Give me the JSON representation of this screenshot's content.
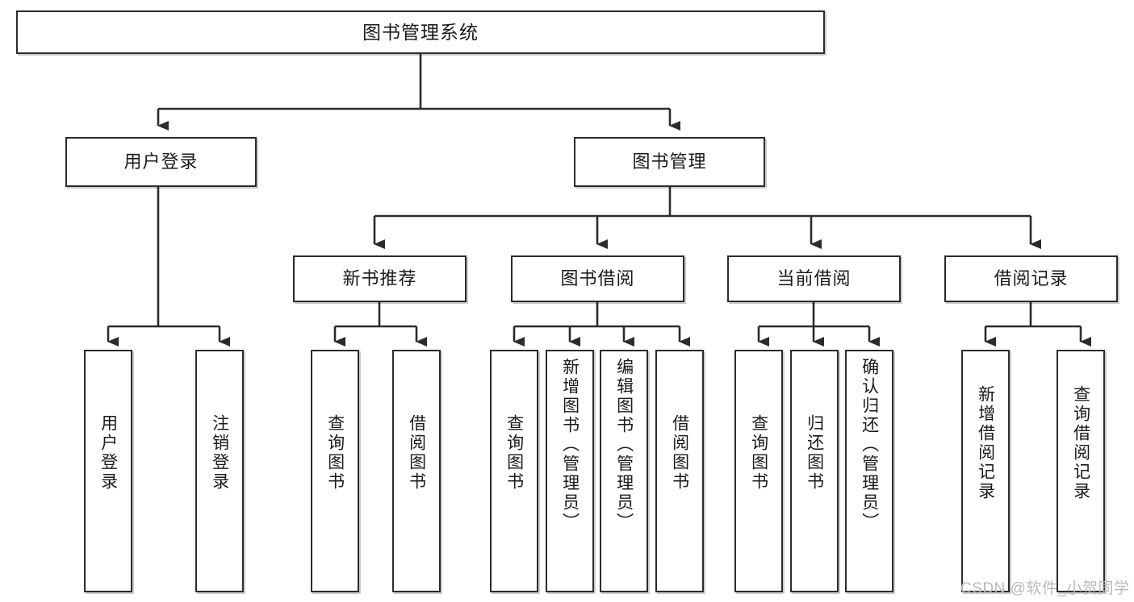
{
  "diagram": {
    "title": "图书管理系统",
    "type": "hierarchy-tree",
    "watermark": "CSDN @软件_小贺同学",
    "accent_line_color": "#2b2b2b",
    "box_border_color": "#2b2b2b",
    "box_fill_color": "#ffffff",
    "nodes": {
      "root": {
        "label": "图书管理系统"
      },
      "level2": [
        {
          "label": "用户登录"
        },
        {
          "label": "图书管理"
        }
      ],
      "level3": [
        {
          "label": "新书推荐"
        },
        {
          "label": "图书借阅"
        },
        {
          "label": "当前借阅"
        },
        {
          "label": "借阅记录"
        }
      ],
      "leaves": {
        "user_login": [
          {
            "label": "用户登录"
          },
          {
            "label": "注销登录"
          }
        ],
        "new_book_recommend": [
          {
            "label": "查询图书"
          },
          {
            "label": "借阅图书"
          }
        ],
        "book_borrow": [
          {
            "label": "查询图书"
          },
          {
            "label": "新增图书（管理员）"
          },
          {
            "label": "编辑图书（管理员）"
          },
          {
            "label": "借阅图书"
          }
        ],
        "current_borrow": [
          {
            "label": "查询图书"
          },
          {
            "label": "归还图书"
          },
          {
            "label": "确认归还（管理员）"
          }
        ],
        "borrow_record": [
          {
            "label": "新增借阅记录"
          },
          {
            "label": "查询借阅记录"
          }
        ]
      }
    }
  }
}
